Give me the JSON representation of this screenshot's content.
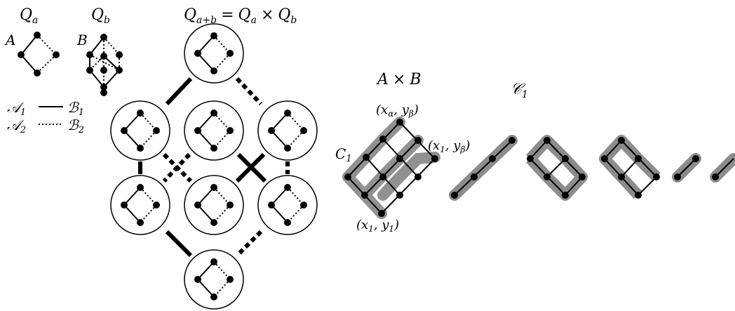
{
  "labels": {
    "qa": "Q",
    "qa_sub": "a",
    "qb": "Q",
    "qb_sub": "b",
    "qab_left": "Q",
    "qab_left_sub": "a+b",
    "qab_eq": "=",
    "qab_mid": "Q",
    "qab_mid_sub": "a",
    "qab_times": "×",
    "qab_right": "Q",
    "qab_right_sub": "b",
    "a": "A",
    "b": "B",
    "legend1_left": "𝒜",
    "legend1_left_sub": "1",
    "legend1_right": "ℬ",
    "legend1_right_sub": "1",
    "legend2_left": "𝒜",
    "legend2_left_sub": "2",
    "legend2_right": "ℬ",
    "legend2_right_sub": "2",
    "axb_left": "A",
    "axb_times": "×",
    "axb_right": "B",
    "c1_cal": "𝒞",
    "c1_cal_sub": "1",
    "c1": "C",
    "c1_sub": "1",
    "pt_top": "(x",
    "pt_top_a": "α",
    "pt_top_mid": ", y",
    "pt_top_b": "β",
    "pt_top_end": ")",
    "pt_right": "(x",
    "pt_right_1": "1",
    "pt_right_mid": ", y",
    "pt_right_b": "β",
    "pt_right_end": ")",
    "pt_bottom": "(x",
    "pt_bottom_1": "1",
    "pt_bottom_mid": ", y",
    "pt_bottom_2": "1",
    "pt_bottom_end": ")"
  },
  "colors": {
    "ink": "#000000",
    "highlight": "#8c8c8c"
  }
}
